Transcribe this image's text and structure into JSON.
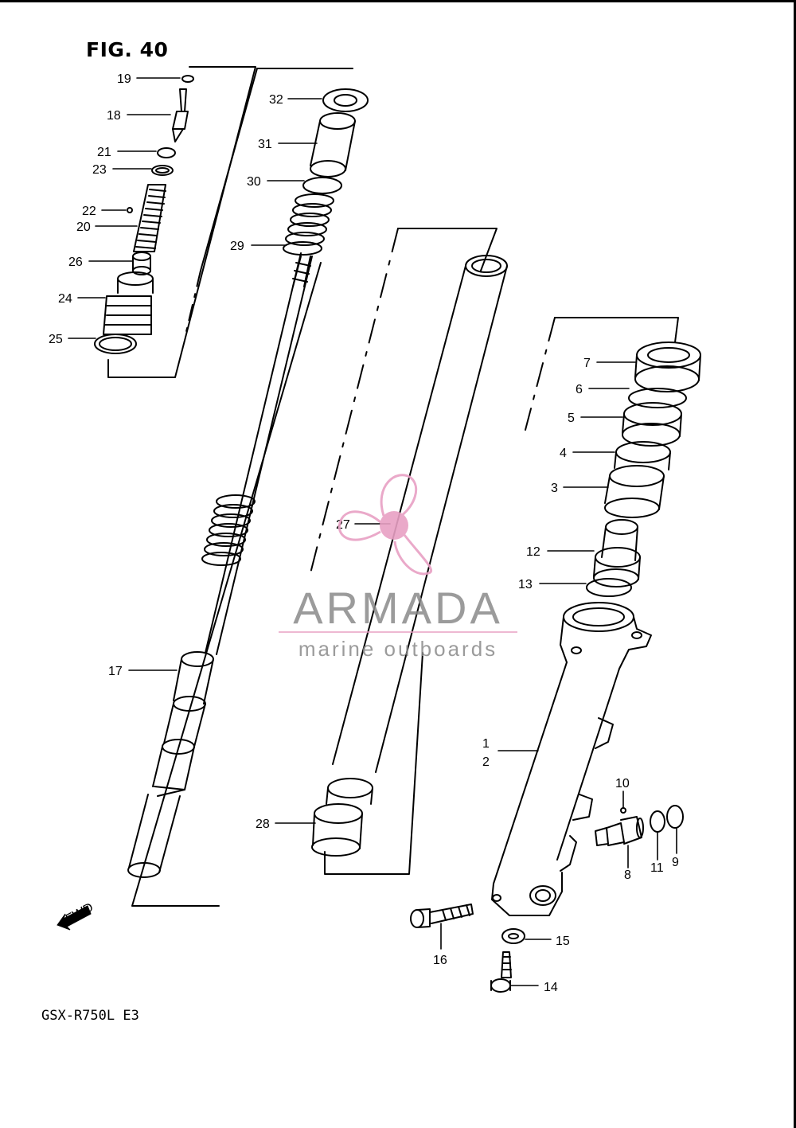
{
  "figure": {
    "title": "FIG. 40",
    "model": "GSX-R750L  E3"
  },
  "fwd_arrow": {
    "label": "FWD",
    "icon": "fwd-arrow-icon"
  },
  "watermark": {
    "brand": "ARMADA",
    "tagline": "marine outboards",
    "logo_icon": "propeller-icon",
    "colors": {
      "brand": "#8a8a8a",
      "logo": "#e8a0c4"
    }
  },
  "callouts": {
    "c1": "1",
    "c2": "2",
    "c3": "3",
    "c4": "4",
    "c5": "5",
    "c6": "6",
    "c7": "7",
    "c8": "8",
    "c9": "9",
    "c10": "10",
    "c11": "11",
    "c12": "12",
    "c13": "13",
    "c14": "14",
    "c15": "15",
    "c16": "16",
    "c17": "17",
    "c18": "18",
    "c19": "19",
    "c20": "20",
    "c21": "21",
    "c22": "22",
    "c23": "23",
    "c24": "24",
    "c25": "25",
    "c26": "26",
    "c27": "27",
    "c28": "28",
    "c29": "29",
    "c30": "30",
    "c31": "31",
    "c32": "32"
  }
}
